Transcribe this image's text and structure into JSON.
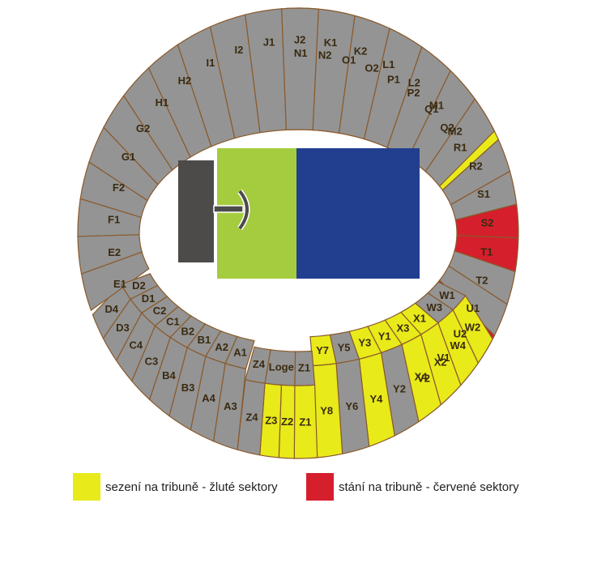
{
  "colors": {
    "yellow": "#e8ea1a",
    "red": "#d51f2d",
    "gray": "#949494",
    "outline": "#8a5a2b",
    "pitch_green": "#a5cc3e",
    "pitch_blue": "#223f8f",
    "stage": "#4d4a4a"
  },
  "sectors": [
    {
      "label": "N1",
      "color": "yellow"
    },
    {
      "label": "N2",
      "color": "yellow"
    },
    {
      "label": "O1",
      "color": "yellow"
    },
    {
      "label": "O2",
      "color": "yellow"
    },
    {
      "label": "P1",
      "color": "yellow"
    },
    {
      "label": "P2",
      "color": "yellow"
    },
    {
      "label": "Q1",
      "color": "yellow"
    },
    {
      "label": "Q2",
      "color": "yellow"
    },
    {
      "label": "R1",
      "color": "yellow"
    },
    {
      "label": "R2",
      "color": "gray"
    },
    {
      "label": "S1",
      "color": "gray"
    },
    {
      "label": "S2",
      "color": "red"
    },
    {
      "label": "T1",
      "color": "red"
    },
    {
      "label": "T2",
      "color": "gray"
    },
    {
      "label": "U1",
      "color": "gray"
    },
    {
      "label": "U2",
      "color": "red"
    },
    {
      "label": "V1",
      "color": "red"
    },
    {
      "label": "V2",
      "color": "gray"
    },
    {
      "label": "W1",
      "color": "gray"
    },
    {
      "label": "W2",
      "color": "yellow"
    },
    {
      "label": "W3",
      "color": "gray"
    },
    {
      "label": "W4",
      "color": "yellow"
    },
    {
      "label": "X1",
      "color": "yellow"
    },
    {
      "label": "X2",
      "color": "yellow"
    },
    {
      "label": "X3",
      "color": "yellow"
    },
    {
      "label": "X4",
      "color": "yellow"
    },
    {
      "label": "Y1",
      "color": "yellow"
    },
    {
      "label": "Y2",
      "color": "gray"
    },
    {
      "label": "Y3",
      "color": "yellow"
    },
    {
      "label": "Y4",
      "color": "yellow"
    },
    {
      "label": "Y5",
      "color": "gray"
    },
    {
      "label": "Y6",
      "color": "gray"
    },
    {
      "label": "Y7",
      "color": "yellow"
    },
    {
      "label": "Y8",
      "color": "yellow"
    },
    {
      "label": "Z1",
      "color": "gray"
    },
    {
      "label": "Z1",
      "color": "yellow"
    },
    {
      "label": "Loge",
      "color": "gray"
    },
    {
      "label": "Z2",
      "color": "yellow"
    },
    {
      "label": "Z3",
      "color": "yellow"
    },
    {
      "label": "Z4",
      "color": "gray"
    },
    {
      "label": "Z4",
      "color": "gray"
    },
    {
      "label": "A1",
      "color": "gray"
    },
    {
      "label": "A2",
      "color": "gray"
    },
    {
      "label": "A3",
      "color": "gray"
    },
    {
      "label": "A4",
      "color": "gray"
    },
    {
      "label": "B1",
      "color": "gray"
    },
    {
      "label": "B2",
      "color": "gray"
    },
    {
      "label": "B3",
      "color": "gray"
    },
    {
      "label": "B4",
      "color": "gray"
    },
    {
      "label": "C1",
      "color": "gray"
    },
    {
      "label": "C2",
      "color": "gray"
    },
    {
      "label": "C3",
      "color": "gray"
    },
    {
      "label": "C4",
      "color": "gray"
    },
    {
      "label": "D1",
      "color": "gray"
    },
    {
      "label": "D2",
      "color": "gray"
    },
    {
      "label": "D3",
      "color": "gray"
    },
    {
      "label": "D4",
      "color": "gray"
    },
    {
      "label": "E1",
      "color": "gray"
    },
    {
      "label": "E2",
      "color": "gray"
    },
    {
      "label": "F1",
      "color": "gray"
    },
    {
      "label": "F2",
      "color": "gray"
    },
    {
      "label": "G1",
      "color": "gray"
    },
    {
      "label": "G2",
      "color": "gray"
    },
    {
      "label": "H1",
      "color": "gray"
    },
    {
      "label": "H2",
      "color": "gray"
    },
    {
      "label": "I1",
      "color": "gray"
    },
    {
      "label": "I2",
      "color": "gray"
    },
    {
      "label": "J1",
      "color": "gray"
    },
    {
      "label": "J2",
      "color": "gray"
    },
    {
      "label": "K1",
      "color": "gray"
    },
    {
      "label": "K2",
      "color": "gray"
    },
    {
      "label": "L1",
      "color": "gray"
    },
    {
      "label": "L2",
      "color": "gray"
    },
    {
      "label": "M1",
      "color": "gray"
    },
    {
      "label": "M2",
      "color": "gray"
    }
  ],
  "legend": {
    "yellow_label": "sezení na tribuně - žluté sektory",
    "red_label": "stání na tribuně - červené sektory"
  }
}
